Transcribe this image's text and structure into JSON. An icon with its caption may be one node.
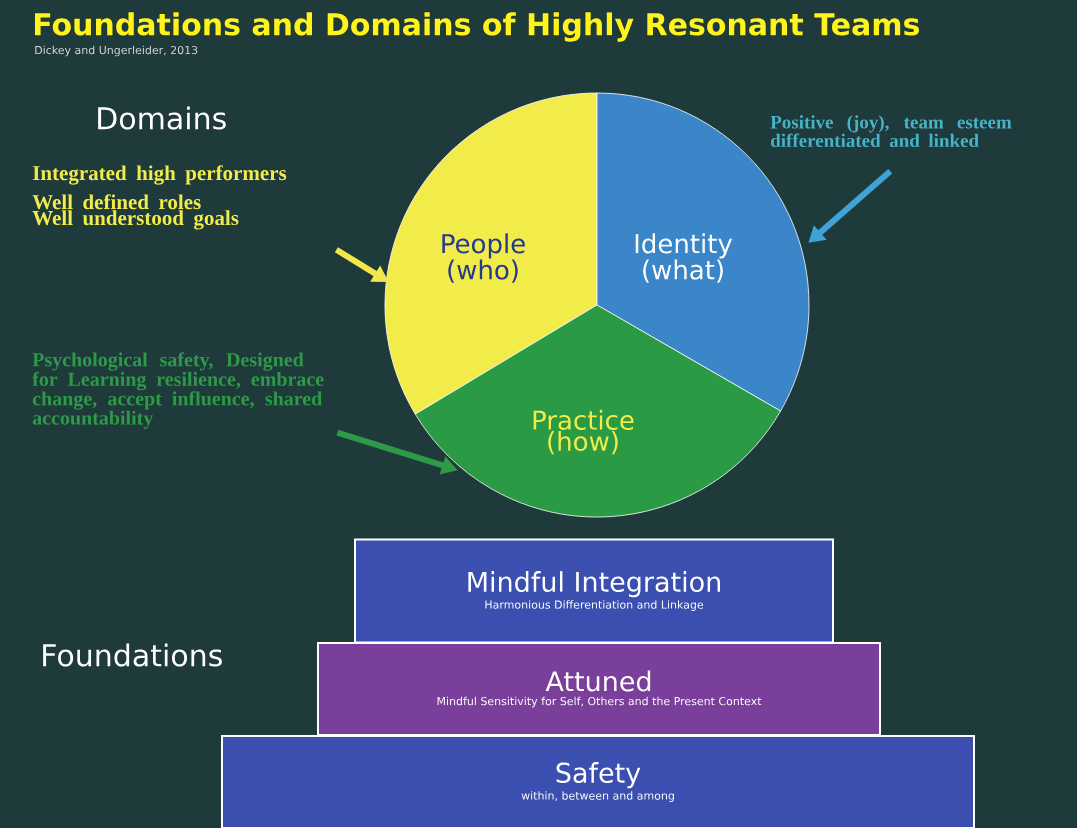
{
  "diagram": {
    "title": "Foundations and Domains of Highly Resonant Teams",
    "nodes": [
      {
        "text": [
          "Integrated high performers",
          "Well defined roles",
          "Well understood goals"
        ]
      },
      {
        "text": [
          "Positive (joy), team esteem differentiated and linked"
        ]
      },
      {
        "text": [
          "People (who)"
        ]
      },
      {
        "text": [
          "Identity (what)"
        ]
      },
      {
        "text": [
          "Practice (how)"
        ]
      },
      {
        "text": [
          "Psychological safety, Designed for Learning resilience, embrace change, accept influence, shared accountability"
        ]
      },
      {
        "text": [
          "Mindful Integration",
          "Harmonious Differentiation and Linkage"
        ]
      },
      {
        "text": [
          "Attuned",
          "Mindful Sensitivity for Self, Others and the Present Context"
        ]
      },
      {
        "text": [
          "Safety",
          "within, between and among"
        ]
      }
    ],
    "edges": [
      {
        "from": 0,
        "to": 2,
        "arrow": "to",
        "color": "#f2e84a"
      },
      {
        "from": 1,
        "to": 3,
        "arrow": "to",
        "color": "#3fa3d8"
      },
      {
        "from": 5,
        "to": 4,
        "arrow": "to",
        "color": "#2e9a48"
      }
    ],
    "labels": [
      "Dickey and Ungerleider, 2013",
      "Domains",
      "Foundations"
    ]
  }
}
